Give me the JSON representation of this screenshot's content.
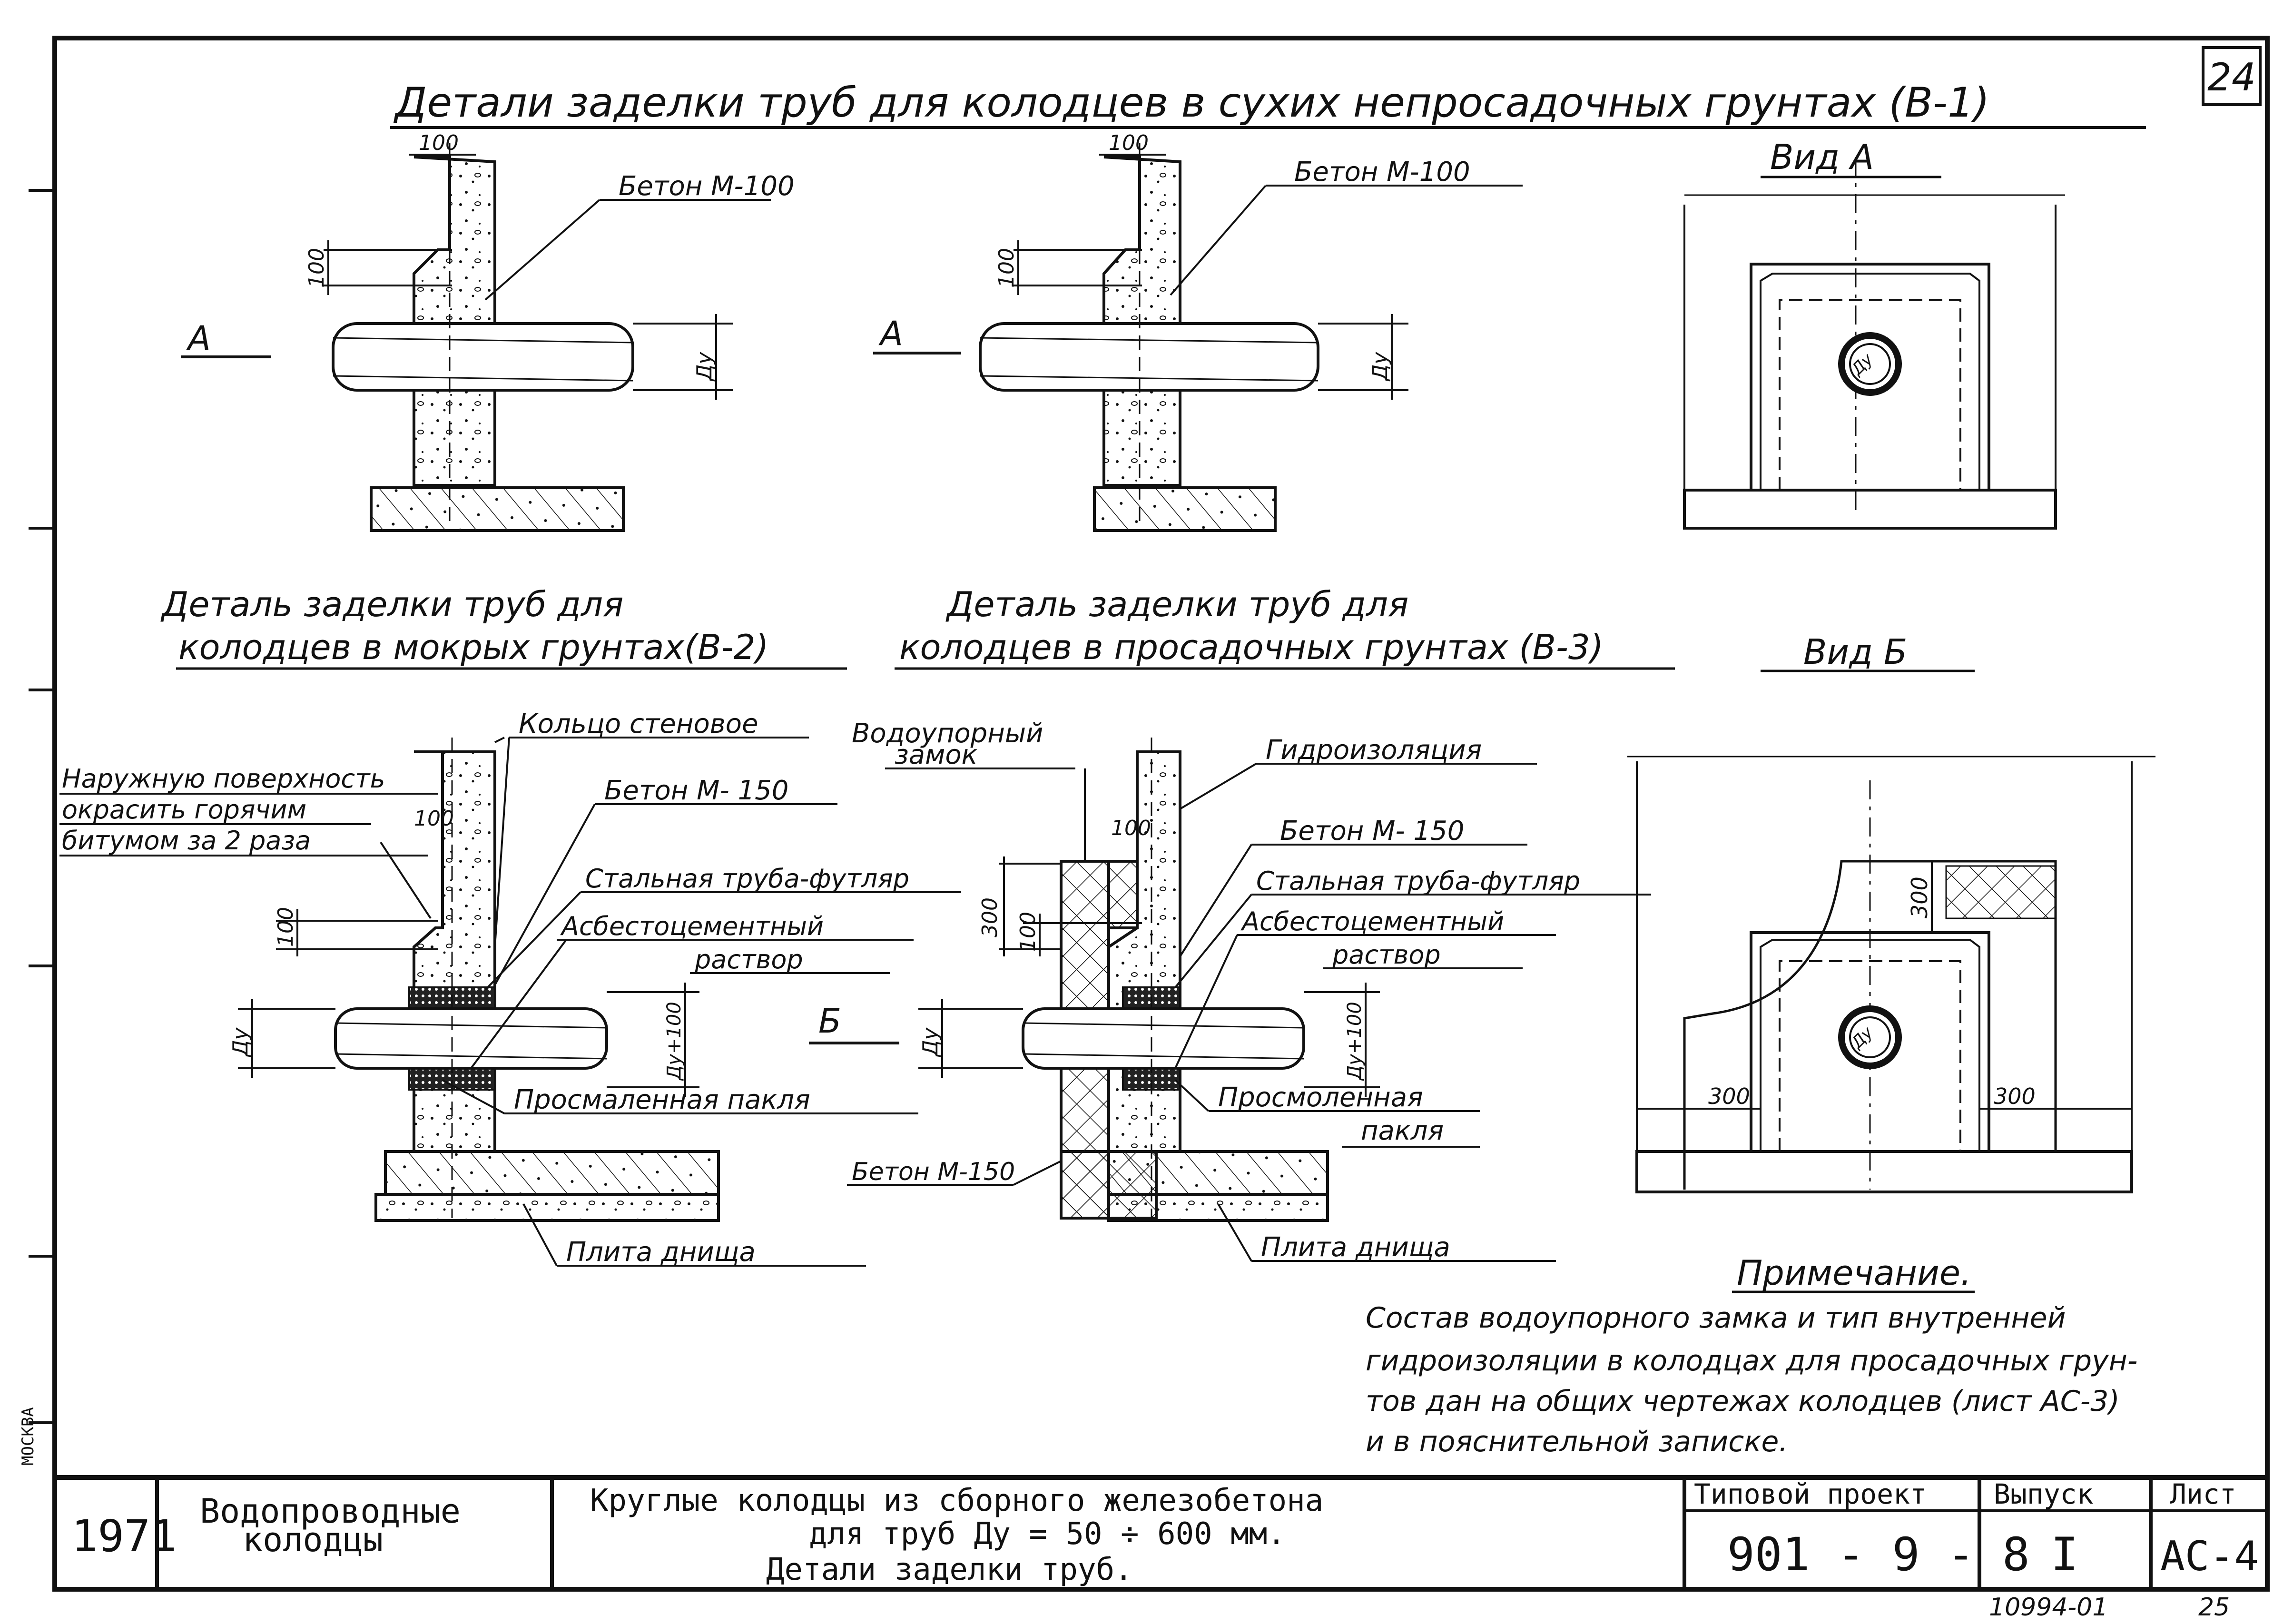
{
  "sheet_number": "24",
  "main_title": "Детали заделки труб для колодцев в сухих непросадочных грунтах (В-1)",
  "details": {
    "b2_title_line1": "Деталь заделки труб для",
    "b2_title_line2": "колодцев в мокрых грунтах(В-2)",
    "b3_title_line1": "Деталь заделки труб для",
    "b3_title_line2": "колодцев в просадочных грунтах (В-3)"
  },
  "views": {
    "view_a": "Вид А",
    "view_b": "Вид Б"
  },
  "labels": {
    "arrow_a": "А",
    "arrow_b": "Б",
    "beton_m100": "Бетон М-100",
    "beton_m150": "Бетон М- 150",
    "beton_m150_b": "Бетон М-150",
    "ring": "Кольцо стеновое",
    "outer_surface_1": "Наружную поверхность",
    "outer_surface_2": "окрасить горячим",
    "outer_surface_3": "битумом за 2 раза",
    "steel_sleeve": "Стальная труба-футляр",
    "asbestos_1": "Асбестоцементный",
    "asbestos_2": "раствор",
    "tow_full": "Просмаленная пакля",
    "tow_1": "Просмоленная",
    "tow_2": "пакля",
    "bottom_slab": "Плита днища",
    "water_lock_1": "Водоупорный",
    "water_lock_2": "замок",
    "waterproofing": "Гидроизоляция"
  },
  "dims": {
    "d100": "100",
    "d300": "300",
    "dy": "Ду",
    "dy100": "Ду+100"
  },
  "note": {
    "title": "Примечание.",
    "line1": "Состав водоупорного замка и тип внутренней",
    "line2": "гидроизоляции в колодцах для просадочных грун-",
    "line3": "тов дан на общих чертежах колодцев (лист АС-3)",
    "line4": "и в пояснительной записке."
  },
  "title_block": {
    "year": "1971",
    "subject_line1": "Водопроводные",
    "subject_line2": "колодцы",
    "desc_line1": "Круглые колодцы из сборного железобетона",
    "desc_line2": "для труб Ду = 50 ÷ 600 мм.",
    "desc_line3": "Детали заделки труб.",
    "project_label": "Типовой проект",
    "project_value": "901 - 9 - 8",
    "issue_label": "Выпуск",
    "issue_value": "I",
    "sheet_label": "Лист",
    "sheet_value": "АС-4"
  },
  "footer": {
    "doc_number": "10994-01",
    "page": "25"
  },
  "side_text": "МОСКВА",
  "colors": {
    "ink": "#111111",
    "paper": "#ffffff"
  }
}
